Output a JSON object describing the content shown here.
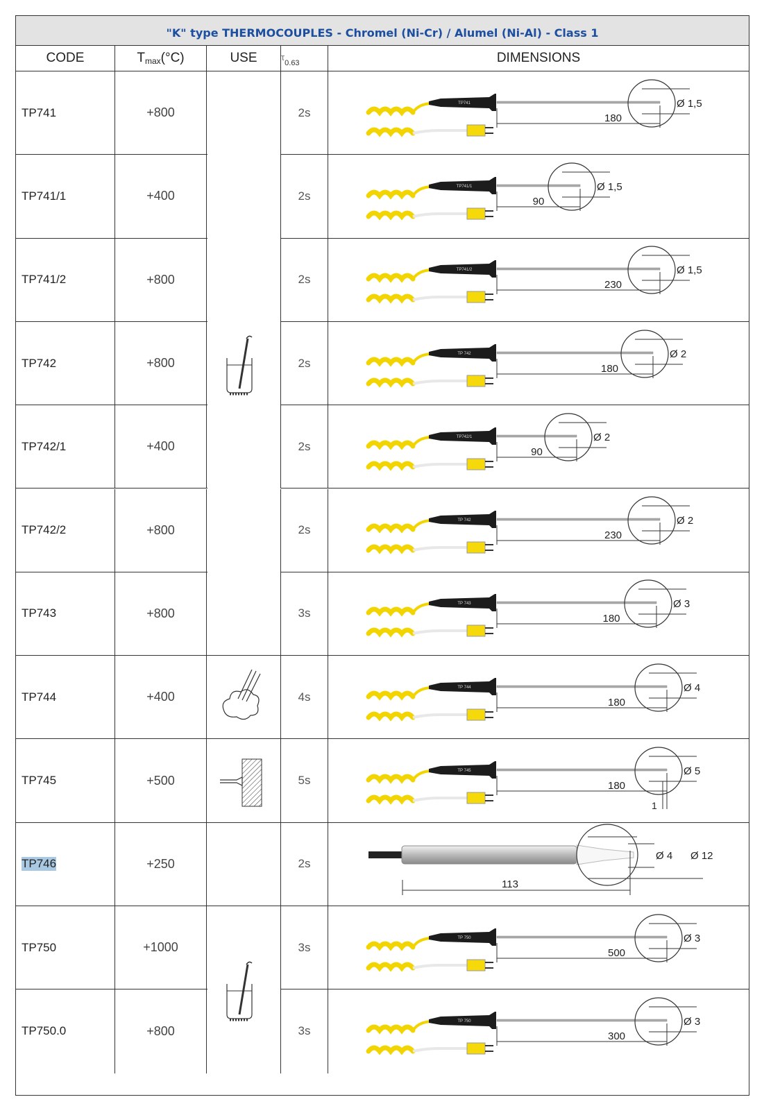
{
  "title": "\"K\" type THERMOCOUPLES - Chromel (Ni-Cr) / Alumel (Ni-Al) - Class 1",
  "headers": {
    "code": "CODE",
    "tmax_main": "T",
    "tmax_sub": "max",
    "tmax_unit": "(°C)",
    "use": "USE",
    "tau_main": "τ",
    "tau_sub": "0.63",
    "dimensions": "DIMENSIONS"
  },
  "rows": [
    {
      "code": "TP741",
      "tmax": "+800",
      "tau": "2s",
      "length": "180",
      "diameter": "Ø 1,5",
      "handle_label": "TP741",
      "use_icon": "immersion-beaker-icon"
    },
    {
      "code": "TP741/1",
      "tmax": "+400",
      "tau": "2s",
      "length": "90",
      "diameter": "Ø 1,5",
      "handle_label": "TP741/1",
      "use_icon": "immersion-beaker-icon"
    },
    {
      "code": "TP741/2",
      "tmax": "+800",
      "tau": "2s",
      "length": "230",
      "diameter": "Ø 1,5",
      "handle_label": "TP741/2",
      "use_icon": "immersion-beaker-icon"
    },
    {
      "code": "TP742",
      "tmax": "+800",
      "tau": "2s",
      "length": "180",
      "diameter": "Ø 2",
      "handle_label": "TP 742",
      "use_icon": "immersion-beaker-icon"
    },
    {
      "code": "TP742/1",
      "tmax": "+400",
      "tau": "2s",
      "length": "90",
      "diameter": "Ø 2",
      "handle_label": "TP742/1",
      "use_icon": "immersion-beaker-icon"
    },
    {
      "code": "TP742/2",
      "tmax": "+800",
      "tau": "2s",
      "length": "230",
      "diameter": "Ø 2",
      "handle_label": "TP 742",
      "use_icon": "immersion-beaker-icon"
    },
    {
      "code": "TP743",
      "tmax": "+800",
      "tau": "3s",
      "length": "180",
      "diameter": "Ø 3",
      "handle_label": "TP 743",
      "use_icon": "immersion-beaker-icon"
    },
    {
      "code": "TP744",
      "tmax": "+400",
      "tau": "4s",
      "length": "180",
      "diameter": "Ø 4",
      "handle_label": "TP 744",
      "use_icon": "air-gas-icon"
    },
    {
      "code": "TP745",
      "tmax": "+500",
      "tau": "5s",
      "length": "180",
      "diameter": "Ø 5",
      "extra": "1",
      "handle_label": "TP 745",
      "use_icon": "surface-contact-icon"
    },
    {
      "code": "TP746",
      "tmax": "+250",
      "tau": "2s",
      "length": "113",
      "diameter": "Ø 4",
      "diameter2": "Ø 12",
      "use_icon": "none"
    },
    {
      "code": "TP750",
      "tmax": "+1000",
      "tau": "3s",
      "length": "500",
      "diameter": "Ø 3",
      "handle_label": "TP 750",
      "use_icon": "immersion-beaker-icon"
    },
    {
      "code": "TP750.0",
      "tmax": "+800",
      "tau": "3s",
      "length": "300",
      "diameter": "Ø 3",
      "handle_label": "TP 750",
      "use_icon": "immersion-beaker-icon"
    }
  ],
  "colors": {
    "title": "#1d4fa0",
    "header_bg": "#e3e3e3",
    "cable": "#f2d500",
    "handle": "#1c1c1c",
    "connector": "#f5d90a",
    "highlight": "#a9c8e4"
  }
}
